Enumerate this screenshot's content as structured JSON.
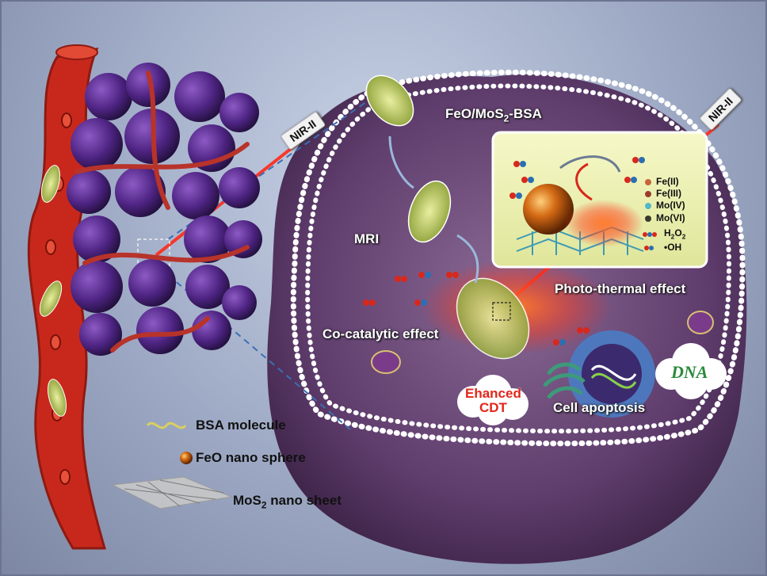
{
  "labels": {
    "nir_left": "NIR-II",
    "nir_right": "NIR-II",
    "nanoparticle": "FeO/MoS",
    "nanoparticle_sub": "2",
    "nanoparticle_suffix": "-BSA",
    "mri": "MRI",
    "cocatalytic": "Co-catalytic effect",
    "photothermal": "Photo-thermal effect",
    "enhanced_line1": "Ehanced",
    "enhanced_line2": "CDT",
    "apoptosis": "Cell apoptosis",
    "dna": "DNA"
  },
  "inset_legend": [
    {
      "text": "Fe(II)",
      "color": "#c6633b"
    },
    {
      "text": "Fe(III)",
      "color": "#9a3d2a"
    },
    {
      "text": "Mo(IV)",
      "color": "#4fb8c9"
    },
    {
      "text": "Mo(VI)",
      "color": "#3a3a2e"
    }
  ],
  "inset_species": {
    "h2o2_main": "H",
    "h2o2_sub1": "2",
    "h2o2_mid": "O",
    "h2o2_sub2": "2",
    "oh": "•OH"
  },
  "key": {
    "bsa": "BSA molecule",
    "feo": "FeO nano sphere",
    "mos2_main": "MoS",
    "mos2_sub": "2",
    "mos2_suffix": " nano sheet"
  },
  "colors": {
    "vessel": "#c8281c",
    "tumor": "#5a2a8a",
    "cell": "#6e4a78",
    "laser": "#ff2a1a",
    "inset_bg": "#eef2b8"
  }
}
